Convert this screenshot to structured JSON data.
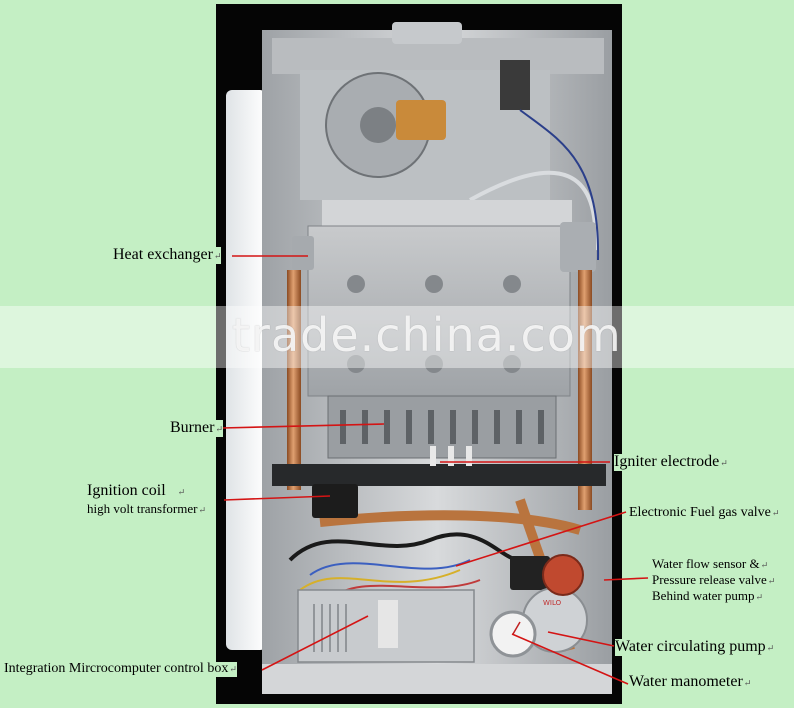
{
  "labels": {
    "heat_exchanger": "Heat exchanger",
    "burner": "Burner",
    "ignition_coil": "Ignition coil",
    "high_volt_transformer": "high volt transformer",
    "igniter_electrode": "Igniter electrode",
    "electronic_fuel_gas_valve": "Electronic Fuel gas valve",
    "water_flow_sensor_1": "Water flow sensor &",
    "water_flow_sensor_2": "Pressure release valve",
    "water_flow_sensor_3": "Behind water pump",
    "water_circulating_pump": "Water circulating pump",
    "water_manometer": "Water manometer",
    "control_box": "Integration Mircrocomputer control box"
  },
  "pump_brand": "WILO",
  "watermark": "trade.china.com",
  "colors": {
    "background": "#c4efc4",
    "leader_line": "#d41414",
    "photo_backdrop": "#050505",
    "casing": "#cfd1d3",
    "copper": "#c47a45"
  }
}
